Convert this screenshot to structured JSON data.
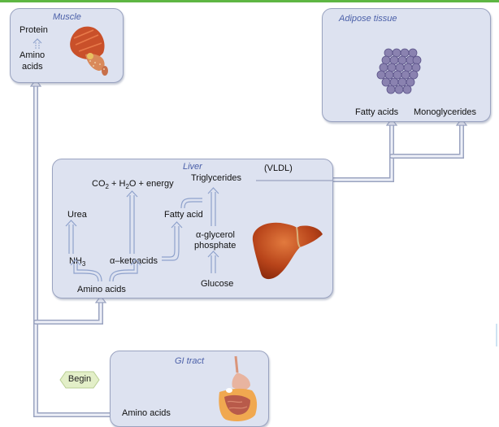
{
  "diagram": {
    "type": "metabolic-pathway",
    "colors": {
      "accent_bar": "#5eb643",
      "box_fill": "#dde2f0",
      "box_border": "#9aa3c0",
      "title_text": "#4a5fa8",
      "arrow": "#8fa2cc",
      "begin_fill": "#e3efc8"
    },
    "muscle": {
      "title": "Muscle",
      "protein": "Protein",
      "amino_line1": "Amino",
      "amino_line2": "acids",
      "image": "muscle-illustration"
    },
    "adipose": {
      "title": "Adipose tissue",
      "fatty_acids": "Fatty acids",
      "monoglycerides": "Monoglycerides",
      "image": "adipocyte-cluster"
    },
    "liver": {
      "title": "Liver",
      "co2_prefix": "CO",
      "co2_sub": "2",
      "h2o_mid": " + H",
      "h2o_sub": "2",
      "energy_suffix": "O + energy",
      "triglycerides": "Triglycerides",
      "vldl": "(VLDL)",
      "urea": "Urea",
      "fatty_acid": "Fatty acid",
      "nh3_prefix": "NH",
      "nh3_sub": "3",
      "ketoacids": "α–ketoacids",
      "glycerol_line1": "α-glycerol",
      "glycerol_line2": "phosphate",
      "glucose": "Glucose",
      "amino_acids": "Amino acids",
      "image": "liver-illustration"
    },
    "gi": {
      "title": "GI tract",
      "amino_acids": "Amino acids",
      "image": "digestive-tract-illustration"
    },
    "begin": {
      "label": "Begin"
    }
  }
}
